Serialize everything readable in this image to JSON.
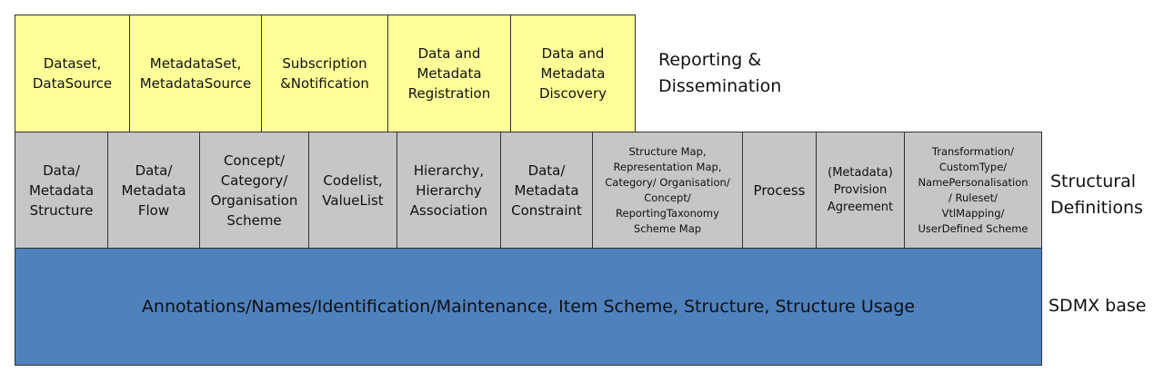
{
  "layers": {
    "reporting": {
      "label": "Reporting &\nDissemination",
      "cells": [
        "Dataset,\nDataSource",
        "MetadataSet,\nMetadataSource",
        "Subscription\n&Notification",
        "Data and\nMetadata\nRegistration",
        "Data and\nMetadata\nDiscovery"
      ]
    },
    "structural": {
      "label": "Structural\nDefinitions",
      "cells": [
        "Data/\nMetadata\nStructure",
        "Data/\nMetadata\nFlow",
        "Concept/\nCategory/\nOrganisation\nScheme",
        "Codelist,\nValueList",
        "Hierarchy,\nHierarchy\nAssociation",
        "Data/\nMetadata\nConstraint",
        "Structure Map,\nRepresentation Map,\nCategory/ Organisation/\nConcept/\nReportingTaxonomy\nScheme Map",
        "Process",
        "(Metadata)\nProvision\nAgreement",
        "Transformation/\nCustomType/\nNamePersonalisation\n/ Ruleset/\nVtlMapping/\nUserDefined Scheme"
      ]
    },
    "base": {
      "label": "SDMX base",
      "text": "Annotations/Names/Identification/Maintenance, Item Scheme, Structure, Structure Usage"
    }
  }
}
